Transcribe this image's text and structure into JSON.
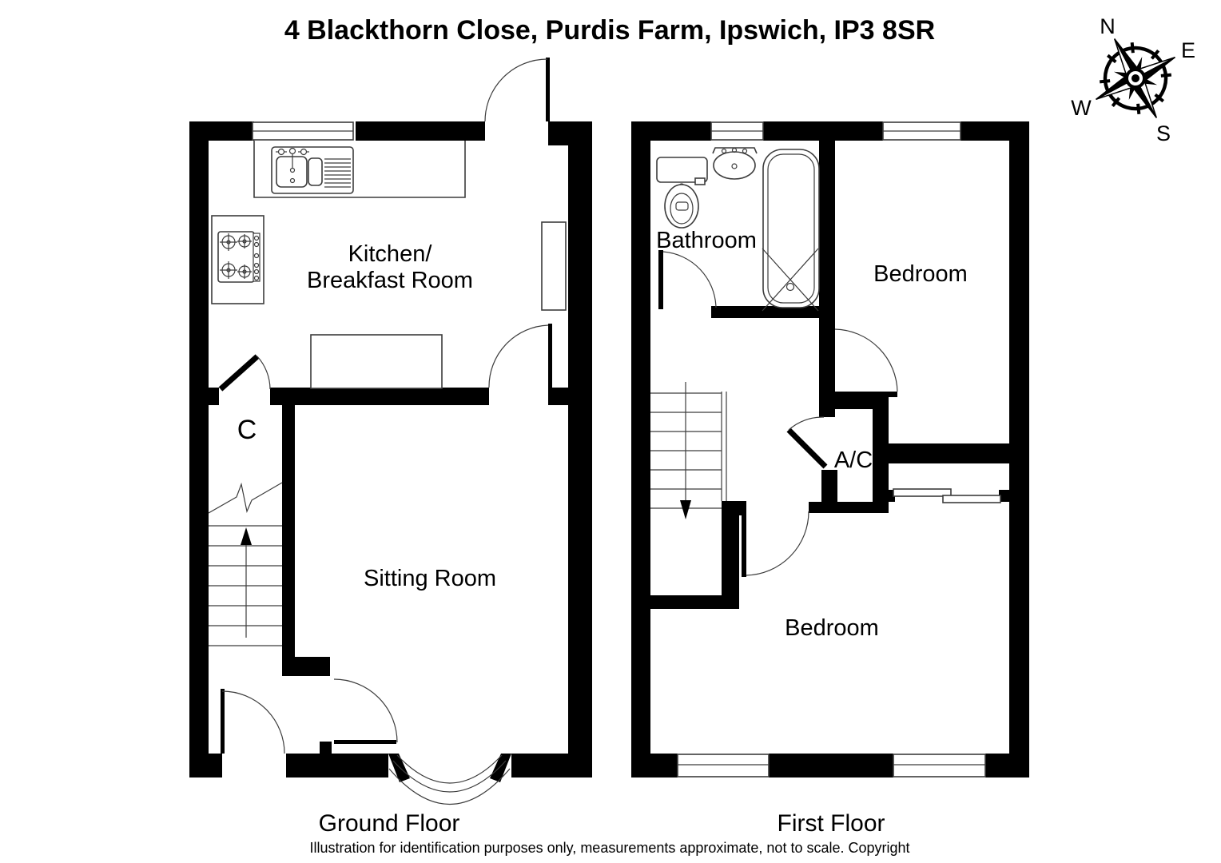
{
  "title": "4 Blackthorn Close, Purdis Farm, Ipswich, IP3 8SR",
  "compass": {
    "north": "N",
    "east": "E",
    "south": "S",
    "west": "W"
  },
  "floors": {
    "ground": {
      "caption": "Ground Floor",
      "labels": {
        "kitchen_line1": "Kitchen/",
        "kitchen_line2": "Breakfast Room",
        "sitting_room": "Sitting Room",
        "cupboard": "C"
      }
    },
    "first": {
      "caption": "First Floor",
      "labels": {
        "bathroom": "Bathroom",
        "front_bedroom": "Bedroom",
        "airing_cupboard": "A/C",
        "rear_bedroom": "Bedroom"
      }
    }
  },
  "disclaimer": "Illustration for identification purposes only, measurements approximate, not to scale. Copyright",
  "colors": {
    "ink": "#000000",
    "thin_line": "#3c3c3c",
    "background": "#ffffff"
  }
}
